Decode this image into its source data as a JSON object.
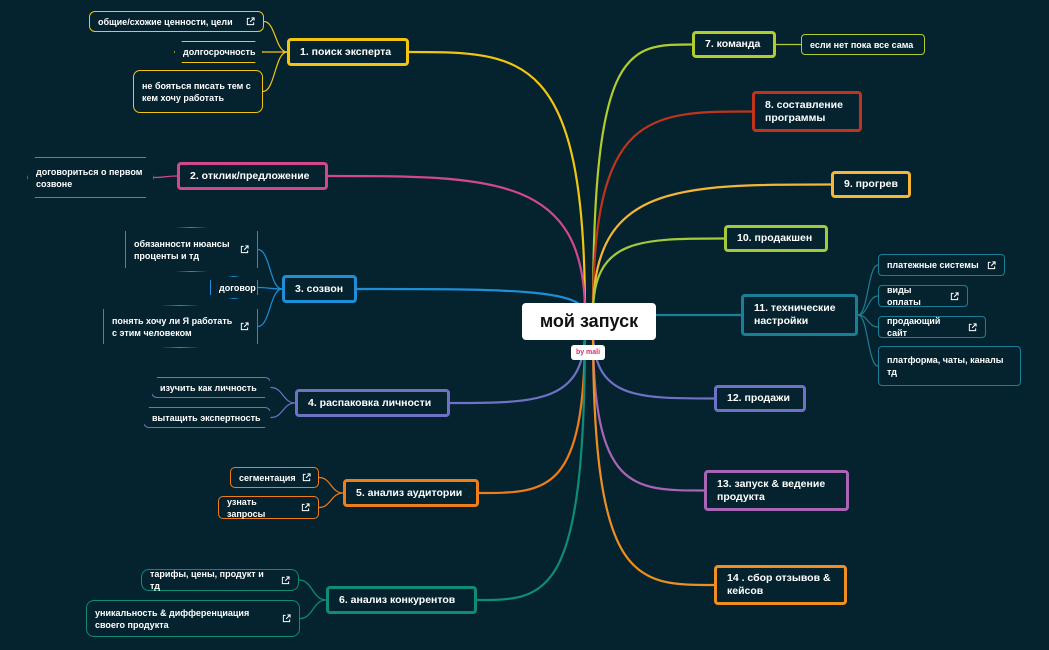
{
  "root": {
    "label": "мой запуск",
    "badge": "by mali"
  },
  "icon": "external-link-icon",
  "topics": [
    {
      "id": "t1",
      "label": "1.  поиск эксперта",
      "color": "#f2c511"
    },
    {
      "id": "t2",
      "label": "2.  отклик/предложение",
      "color": "#d1488b"
    },
    {
      "id": "t3",
      "label": "3.  созвон",
      "color": "#1e8fd6"
    },
    {
      "id": "t4",
      "label": "4.  распаковка личности",
      "color": "#6f72c4"
    },
    {
      "id": "t5",
      "label": "5.  анализ аудитории",
      "color": "#ef7d1a"
    },
    {
      "id": "t6",
      "label": "6.  анализ конкурентов",
      "color": "#0f8b78"
    },
    {
      "id": "t7",
      "label": "7.  команда",
      "color": "#b2cc2e"
    },
    {
      "id": "t8",
      "label": "8.  составление\nпрограммы",
      "color": "#c0341c"
    },
    {
      "id": "t9",
      "label": "9.  прогрев",
      "color": "#f5b638"
    },
    {
      "id": "t10",
      "label": "10.  продакшен",
      "color": "#a4c93a"
    },
    {
      "id": "t11",
      "label": "11.  технические\nнастройки",
      "color": "#1a7f94"
    },
    {
      "id": "t12",
      "label": "12.  продажи",
      "color": "#6f72c4"
    },
    {
      "id": "t13",
      "label": "13.  запуск & ведение\nпродукта",
      "color": "#a865b4"
    },
    {
      "id": "t14",
      "label": "14 . сбор отзывов &\nкейсов",
      "color": "#ef8f22"
    }
  ],
  "subtopics": [
    {
      "id": "s1a",
      "parent": "t1",
      "label": "общие/схожие ценности, цели",
      "link": true
    },
    {
      "id": "s1b",
      "parent": "t1",
      "label": "долгосрочность",
      "link": false
    },
    {
      "id": "s1c",
      "parent": "t1",
      "label": "не бояться писать тем с\nкем хочу работать",
      "link": false
    },
    {
      "id": "s2a",
      "parent": "t2",
      "label": "договориться о первом\nсозвоне",
      "link": false
    },
    {
      "id": "s3a",
      "parent": "t3",
      "label": "обязанности нюансы\nпроценты и тд",
      "link": true
    },
    {
      "id": "s3b",
      "parent": "t3",
      "label": "договор",
      "link": false
    },
    {
      "id": "s3c",
      "parent": "t3",
      "label": "понять хочу ли Я работать\nс этим человеком",
      "link": true
    },
    {
      "id": "s4a",
      "parent": "t4",
      "label": "изучить как личность",
      "link": false
    },
    {
      "id": "s4b",
      "parent": "t4",
      "label": "вытащить экспертность",
      "link": false
    },
    {
      "id": "s5a",
      "parent": "t5",
      "label": "сегментация",
      "link": true
    },
    {
      "id": "s5b",
      "parent": "t5",
      "label": "узнать запросы",
      "link": true
    },
    {
      "id": "s6a",
      "parent": "t6",
      "label": "тарифы, цены, продукт и тд",
      "link": true
    },
    {
      "id": "s6b",
      "parent": "t6",
      "label": "уникальность & дифференциация\nсвоего продукта",
      "link": true
    },
    {
      "id": "s7a",
      "parent": "t7",
      "label": "если нет пока все сама",
      "link": false
    },
    {
      "id": "s11a",
      "parent": "t11",
      "label": "платежные системы",
      "link": true
    },
    {
      "id": "s11b",
      "parent": "t11",
      "label": "виды оплаты",
      "link": true
    },
    {
      "id": "s11c",
      "parent": "t11",
      "label": "продающий сайт",
      "link": true
    },
    {
      "id": "s11d",
      "parent": "t11",
      "label": "платформа, чаты, каналы\nтд",
      "link": false
    }
  ]
}
